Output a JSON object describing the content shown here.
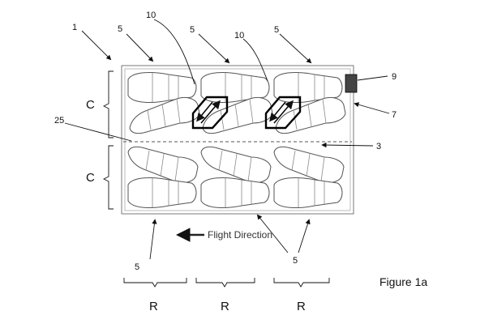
{
  "labels": {
    "ref_1": "1",
    "ref_5": "5",
    "ref_10": "10",
    "ref_9": "9",
    "ref_7": "7",
    "ref_25": "25",
    "ref_3": "3",
    "ref_C": "C",
    "ref_R": "R",
    "flight_direction": "Flight Direction",
    "figure_caption": "Figure 1a"
  },
  "colors": {
    "line": "#111111",
    "seat_stroke": "#555555",
    "highlight": "#000000",
    "marker": "#444444"
  }
}
